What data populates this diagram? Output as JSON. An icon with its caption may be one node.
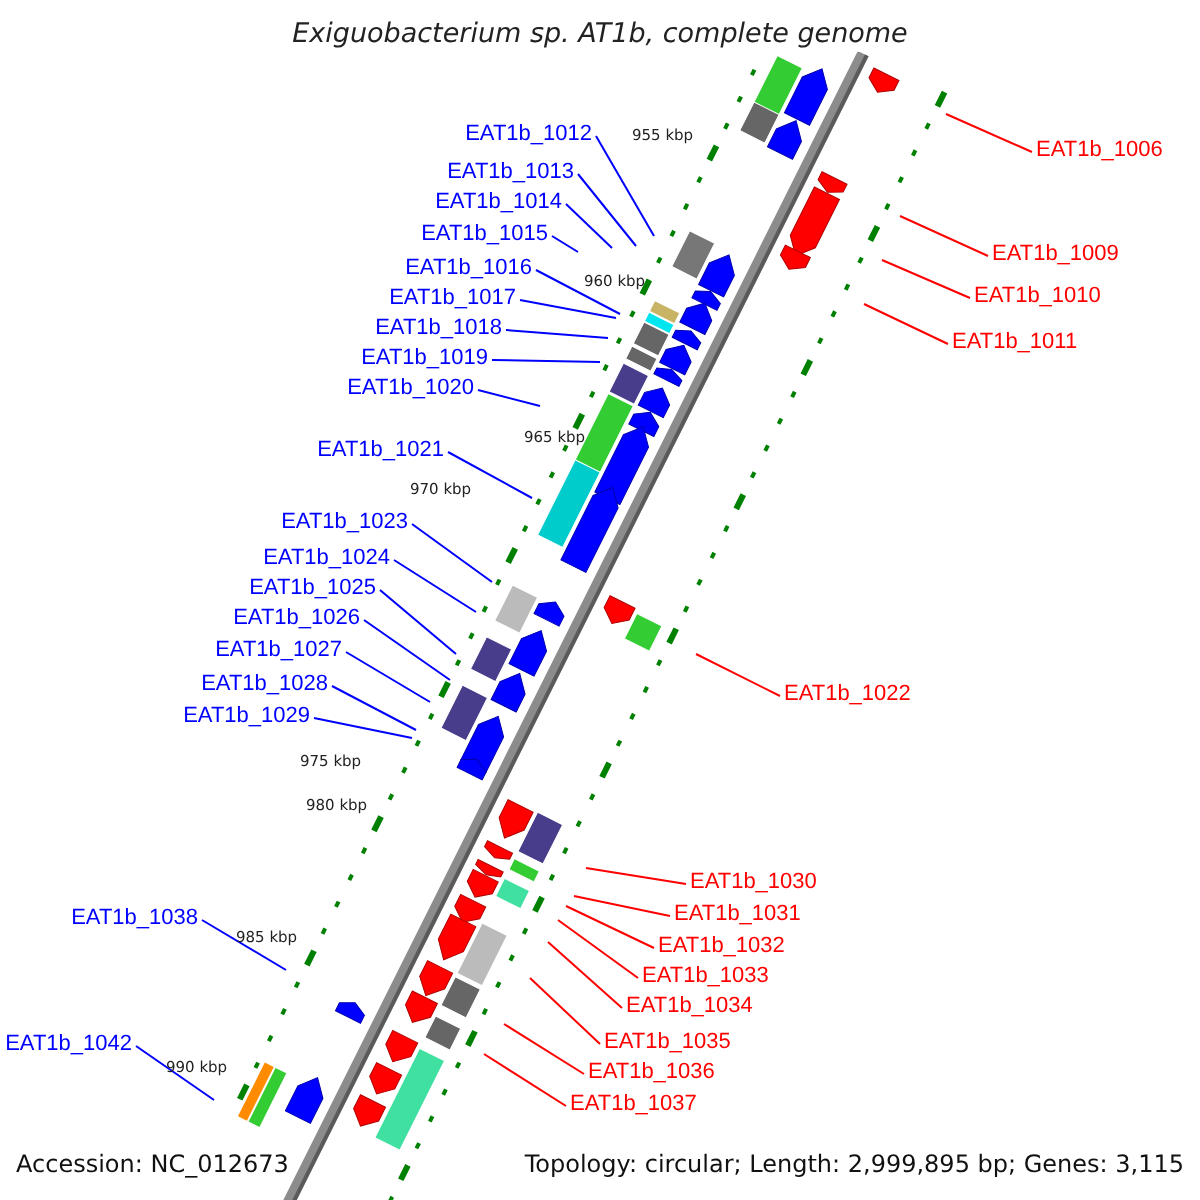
{
  "diagram": {
    "title": "Exiguobacterium sp. AT1b, complete genome",
    "nodes": [
      {
        "text": [
          "EAT1b_1012"
        ]
      },
      {
        "text": [
          "EAT1b_1006"
        ]
      },
      {
        "text": [
          "EAT1b_1013"
        ]
      },
      {
        "text": [
          "EAT1b_1014"
        ]
      },
      {
        "text": [
          "EAT1b_1015"
        ]
      },
      {
        "text": [
          "EAT1b_1009"
        ]
      },
      {
        "text": [
          "EAT1b_1016"
        ]
      },
      {
        "text": [
          "EAT1b_1010"
        ]
      },
      {
        "text": [
          "EAT1b_1017"
        ]
      },
      {
        "text": [
          "EAT1b_1018"
        ]
      },
      {
        "text": [
          "EAT1b_1011"
        ]
      },
      {
        "text": [
          "EAT1b_1019"
        ]
      },
      {
        "text": [
          "EAT1b_1020"
        ]
      },
      {
        "text": [
          "EAT1b_1021"
        ]
      },
      {
        "text": [
          "EAT1b_1023"
        ]
      },
      {
        "text": [
          "EAT1b_1024"
        ]
      },
      {
        "text": [
          "EAT1b_1025"
        ]
      },
      {
        "text": [
          "EAT1b_1026"
        ]
      },
      {
        "text": [
          "EAT1b_1027"
        ]
      },
      {
        "text": [
          "EAT1b_1022"
        ]
      },
      {
        "text": [
          "EAT1b_1028"
        ]
      },
      {
        "text": [
          "EAT1b_1029"
        ]
      },
      {
        "text": [
          "EAT1b_1030"
        ]
      },
      {
        "text": [
          "EAT1b_1031"
        ]
      },
      {
        "text": [
          "EAT1b_1038"
        ]
      },
      {
        "text": [
          "EAT1b_1032"
        ]
      },
      {
        "text": [
          "EAT1b_1033"
        ]
      },
      {
        "text": [
          "EAT1b_1034"
        ]
      },
      {
        "text": [
          "EAT1b_1035"
        ]
      },
      {
        "text": [
          "EAT1b_1042"
        ]
      },
      {
        "text": [
          "EAT1b_1036"
        ]
      },
      {
        "text": [
          "EAT1b_1037"
        ]
      }
    ],
    "edges": [
      {
        "from": 0,
        "to": null,
        "arrow": "none"
      },
      {
        "from": 1,
        "to": null,
        "arrow": "none",
        "color": "#ff0000"
      },
      {
        "from": 2,
        "to": null,
        "arrow": "none"
      },
      {
        "from": 3,
        "to": null,
        "arrow": "none"
      },
      {
        "from": 4,
        "to": null,
        "arrow": "none"
      },
      {
        "from": 5,
        "to": null,
        "arrow": "none",
        "color": "#ff0000"
      },
      {
        "from": 6,
        "to": null,
        "arrow": "none"
      },
      {
        "from": 7,
        "to": null,
        "arrow": "none",
        "color": "#ff0000"
      },
      {
        "from": 8,
        "to": null,
        "arrow": "none"
      },
      {
        "from": 9,
        "to": null,
        "arrow": "none"
      },
      {
        "from": 10,
        "to": null,
        "arrow": "none",
        "color": "#ff0000"
      },
      {
        "from": 11,
        "to": null,
        "arrow": "none"
      },
      {
        "from": 12,
        "to": null,
        "arrow": "none"
      },
      {
        "from": 13,
        "to": null,
        "arrow": "none"
      },
      {
        "from": 14,
        "to": null,
        "arrow": "none"
      },
      {
        "from": 15,
        "to": null,
        "arrow": "none"
      },
      {
        "from": 16,
        "to": null,
        "arrow": "none"
      },
      {
        "from": 17,
        "to": null,
        "arrow": "none"
      },
      {
        "from": 18,
        "to": null,
        "arrow": "none"
      },
      {
        "from": 19,
        "to": null,
        "arrow": "none",
        "color": "#ff0000"
      },
      {
        "from": 20,
        "to": null,
        "arrow": "none"
      },
      {
        "from": 21,
        "to": null,
        "arrow": "none"
      },
      {
        "from": 22,
        "to": null,
        "arrow": "none",
        "color": "#ff0000"
      },
      {
        "from": 23,
        "to": null,
        "arrow": "none",
        "color": "#ff0000"
      },
      {
        "from": 24,
        "to": null,
        "arrow": "none"
      },
      {
        "from": 25,
        "to": null,
        "arrow": "none",
        "color": "#ff0000"
      },
      {
        "from": 26,
        "to": null,
        "arrow": "none",
        "color": "#ff0000"
      },
      {
        "from": 27,
        "to": null,
        "arrow": "none",
        "color": "#ff0000"
      },
      {
        "from": 28,
        "to": null,
        "arrow": "none",
        "color": "#ff0000"
      },
      {
        "from": 29,
        "to": null,
        "arrow": "none"
      },
      {
        "from": 30,
        "to": null,
        "arrow": "none",
        "color": "#ff0000"
      },
      {
        "from": 31,
        "to": null,
        "arrow": "none",
        "color": "#ff0000"
      }
    ],
    "labels": [
      "955 kbp",
      "960 kbp",
      "965 kbp",
      "970 kbp",
      "975 kbp",
      "980 kbp",
      "985 kbp",
      "990 kbp",
      "Accession: NC_012673",
      "Topology: circular; Length: 2,999,895 bp; Genes: 3,115"
    ]
  }
}
